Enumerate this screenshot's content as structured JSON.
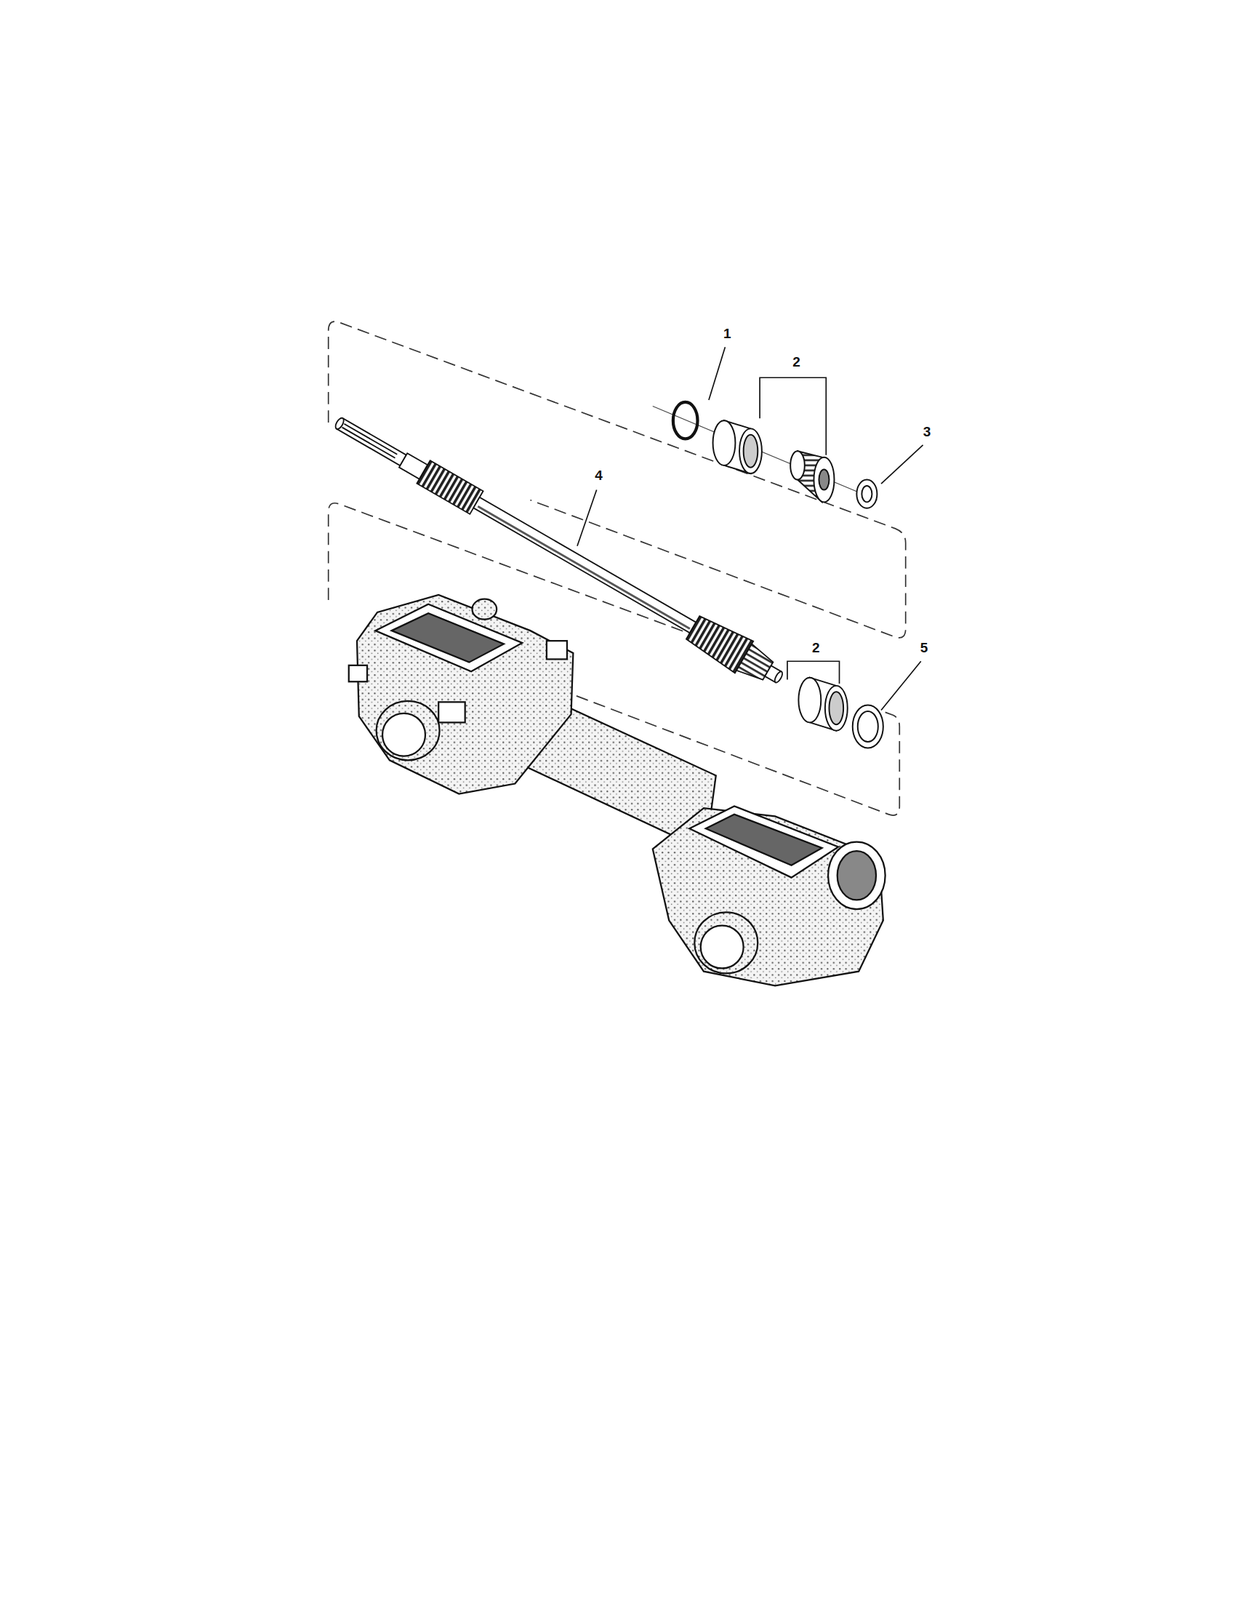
{
  "diagram": {
    "labels": [
      "1",
      "2",
      "3",
      "4",
      "2",
      "5"
    ]
  }
}
